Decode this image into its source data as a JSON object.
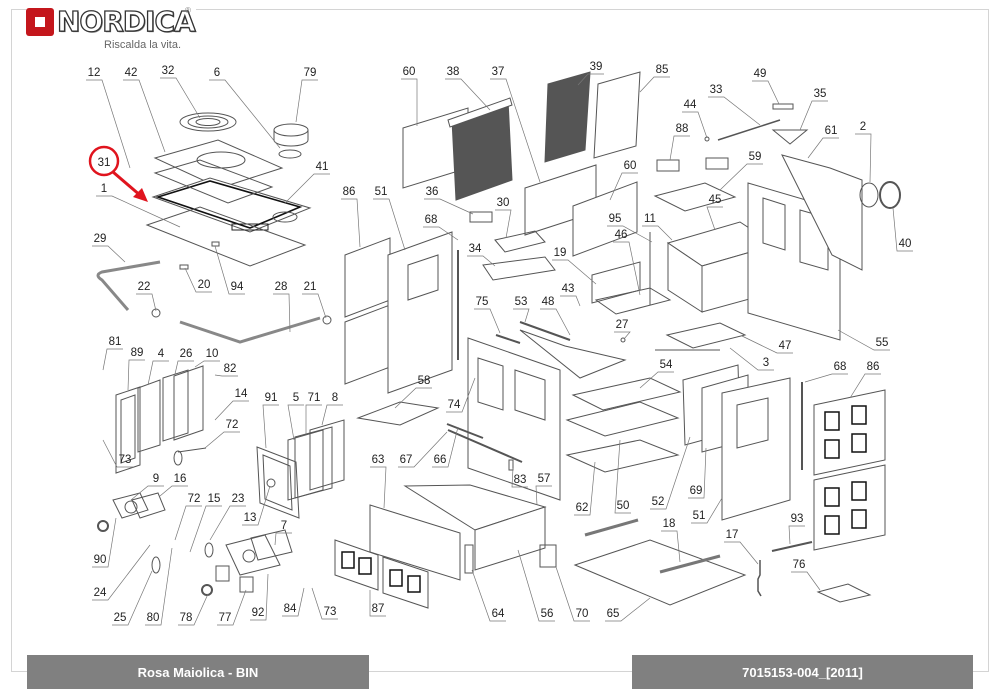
{
  "brand": {
    "name": "NORDICA",
    "registered": "®",
    "tagline": "Riscalda la vita.",
    "color": "#c4161c"
  },
  "highlight": {
    "part": "31",
    "color": "#e0141e"
  },
  "footer": {
    "model": "Rosa Maiolica - BIN",
    "code": "7015153-004_[2011]",
    "bg_color": "#808080"
  },
  "callouts": [
    {
      "n": "12"
    },
    {
      "n": "42"
    },
    {
      "n": "32"
    },
    {
      "n": "6"
    },
    {
      "n": "79"
    },
    {
      "n": "31"
    },
    {
      "n": "41"
    },
    {
      "n": "1"
    },
    {
      "n": "29"
    },
    {
      "n": "22"
    },
    {
      "n": "20"
    },
    {
      "n": "94"
    },
    {
      "n": "28"
    },
    {
      "n": "21"
    },
    {
      "n": "81"
    },
    {
      "n": "89"
    },
    {
      "n": "4"
    },
    {
      "n": "26"
    },
    {
      "n": "10"
    },
    {
      "n": "82"
    },
    {
      "n": "14"
    },
    {
      "n": "72"
    },
    {
      "n": "73"
    },
    {
      "n": "91"
    },
    {
      "n": "5"
    },
    {
      "n": "71"
    },
    {
      "n": "8"
    },
    {
      "n": "9"
    },
    {
      "n": "16"
    },
    {
      "n": "72"
    },
    {
      "n": "15"
    },
    {
      "n": "23"
    },
    {
      "n": "13"
    },
    {
      "n": "90"
    },
    {
      "n": "7"
    },
    {
      "n": "24"
    },
    {
      "n": "25"
    },
    {
      "n": "80"
    },
    {
      "n": "78"
    },
    {
      "n": "77"
    },
    {
      "n": "92"
    },
    {
      "n": "84"
    },
    {
      "n": "73"
    },
    {
      "n": "60"
    },
    {
      "n": "38"
    },
    {
      "n": "37"
    },
    {
      "n": "39"
    },
    {
      "n": "85"
    },
    {
      "n": "36"
    },
    {
      "n": "30"
    },
    {
      "n": "86"
    },
    {
      "n": "51"
    },
    {
      "n": "68"
    },
    {
      "n": "34"
    },
    {
      "n": "60"
    },
    {
      "n": "95"
    },
    {
      "n": "46"
    },
    {
      "n": "19"
    },
    {
      "n": "43"
    },
    {
      "n": "11"
    },
    {
      "n": "75"
    },
    {
      "n": "53"
    },
    {
      "n": "48"
    },
    {
      "n": "27"
    },
    {
      "n": "58"
    },
    {
      "n": "74"
    },
    {
      "n": "67"
    },
    {
      "n": "66"
    },
    {
      "n": "63"
    },
    {
      "n": "83"
    },
    {
      "n": "57"
    },
    {
      "n": "87"
    },
    {
      "n": "64"
    },
    {
      "n": "56"
    },
    {
      "n": "70"
    },
    {
      "n": "65"
    },
    {
      "n": "49"
    },
    {
      "n": "33"
    },
    {
      "n": "44"
    },
    {
      "n": "35"
    },
    {
      "n": "88"
    },
    {
      "n": "61"
    },
    {
      "n": "2"
    },
    {
      "n": "59"
    },
    {
      "n": "45"
    },
    {
      "n": "40"
    },
    {
      "n": "55"
    },
    {
      "n": "47"
    },
    {
      "n": "3"
    },
    {
      "n": "54"
    },
    {
      "n": "68"
    },
    {
      "n": "86"
    },
    {
      "n": "62"
    },
    {
      "n": "50"
    },
    {
      "n": "52"
    },
    {
      "n": "69"
    },
    {
      "n": "51"
    },
    {
      "n": "93"
    },
    {
      "n": "18"
    },
    {
      "n": "17"
    },
    {
      "n": "76"
    }
  ]
}
